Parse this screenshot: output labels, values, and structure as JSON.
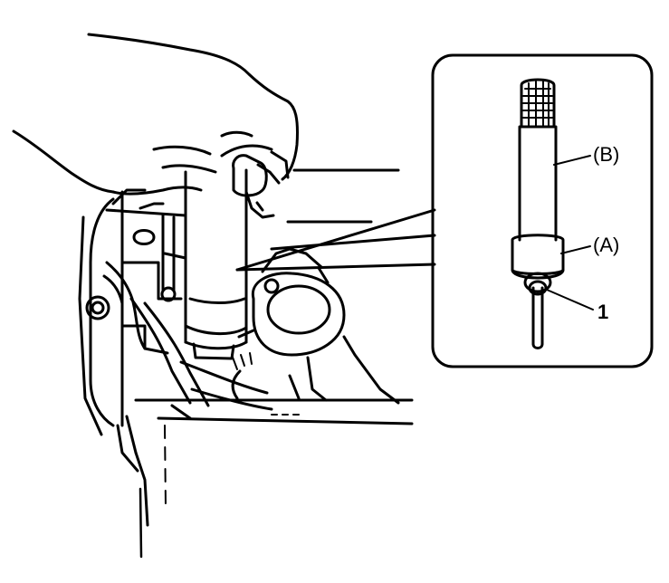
{
  "labels": {
    "b": "(B)",
    "a": "(A)",
    "one": "1"
  },
  "colors": {
    "ink": "#000000",
    "paper": "#ffffff"
  }
}
